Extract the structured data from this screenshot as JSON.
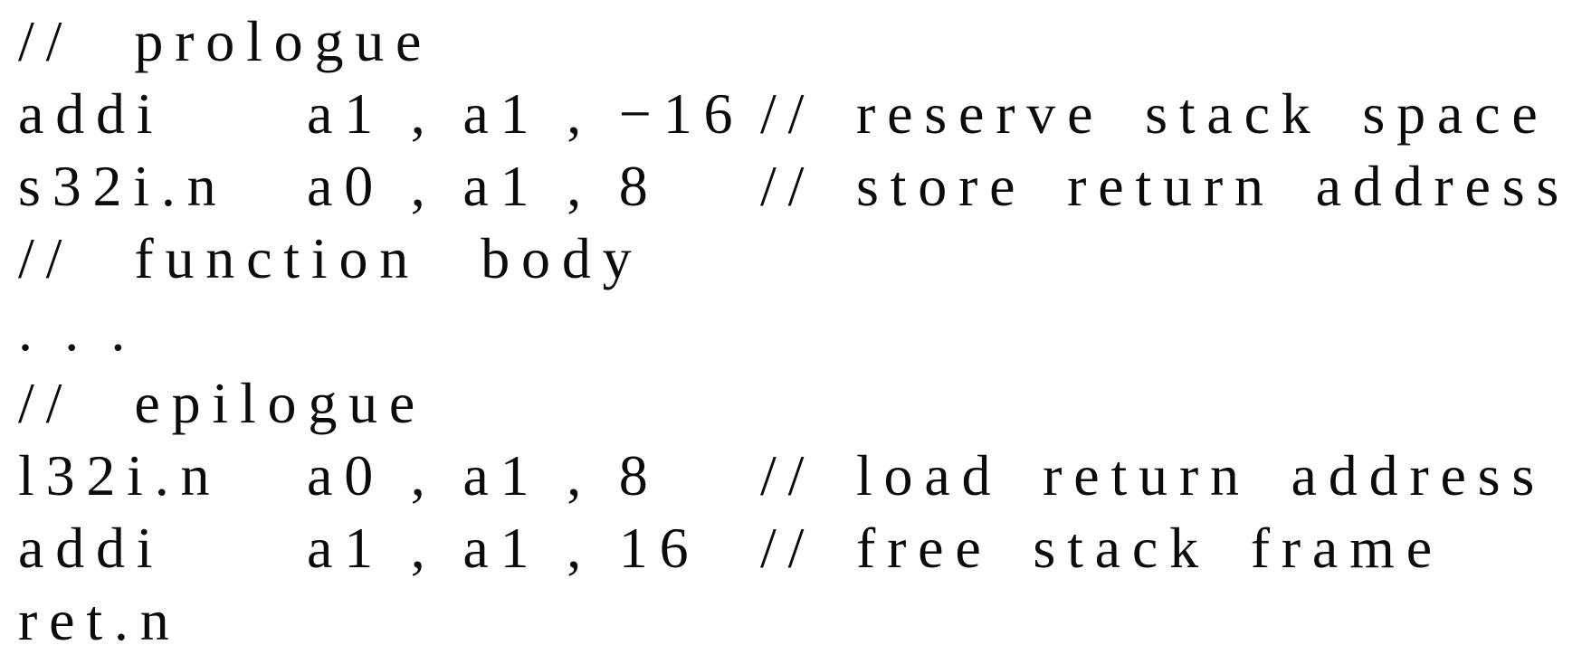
{
  "page": {
    "background_color": "#ffffff",
    "text_color": "#0b0b0b"
  },
  "code_listing": {
    "lines": [
      {
        "type": "comment",
        "text": "// prologue"
      },
      {
        "type": "instruction",
        "opcode": "addi",
        "operands": "a1 , a1 , −16",
        "comment": "// reserve stack space"
      },
      {
        "type": "instruction",
        "opcode": "s32i.n",
        "operands": "a0 , a1 , 8",
        "comment": "// store return address"
      },
      {
        "type": "comment",
        "text": "// function body"
      },
      {
        "type": "ellipsis",
        "text": "..."
      },
      {
        "type": "comment",
        "text": "// epilogue"
      },
      {
        "type": "instruction",
        "opcode": "l32i.n",
        "operands": "a0 , a1 , 8",
        "comment": "// load return address"
      },
      {
        "type": "instruction",
        "opcode": "addi",
        "operands": "a1 , a1 , 16",
        "comment": "// free stack frame"
      },
      {
        "type": "instruction",
        "opcode": "ret.n",
        "operands": "",
        "comment": ""
      }
    ]
  }
}
